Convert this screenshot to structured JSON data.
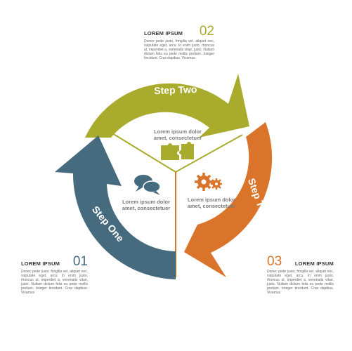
{
  "colors": {
    "step_one": "#466a7e",
    "step_two": "#a9ab2c",
    "step_three": "#d9742a",
    "divider": "#a9ab2c",
    "text_dark": "#333333",
    "text_body": "#666666",
    "center_text": "#7a7a7a"
  },
  "steps": [
    {
      "label": "Step One",
      "color": "#466a7e",
      "icon": "chat-bubbles-icon",
      "center_text": [
        "Lorem ipsum dolor",
        "amet, consectetuer"
      ]
    },
    {
      "label": "Step Two",
      "color": "#a9ab2c",
      "icon": "puzzle-pieces-icon",
      "center_text": [
        "Lorem ipsum dolor",
        "amet, consectetuer"
      ]
    },
    {
      "label": "Step Three",
      "color": "#d9742a",
      "icon": "gears-icon",
      "center_text": [
        "Lorem ipsum dolor",
        "amet, consectetuer"
      ]
    }
  ],
  "blocks": [
    {
      "number": "01",
      "title": "LOREM IPSUM",
      "color": "#466a7e",
      "body": "Donec pede justo, fringilla vel, aliquet nec, vulputate eget, arcu. In enim justo, rhoncus ut, imperdiet a, venenatis vitae, justo. Nullam dictum felis eu pede mollis pretium. Integer tincidunt. Cras dapibus. Vivamus"
    },
    {
      "number": "02",
      "title": "LOREM IPSUM",
      "color": "#a9ab2c",
      "body": "Donec pede justo, fringilla vel, aliquet nec, vulputate eget, arcu. In enim justo, rhoncus ut, imperdiet a, venenatis vitae, justo. Nullam dictum felis eu pede mollis pretium. Integer tincidunt. Cras dapibus. Vivamus"
    },
    {
      "number": "03",
      "title": "LOREM IPSUM",
      "color": "#d9742a",
      "body": "Donec pede justo, fringilla vel, aliquet nec, vulputate eget, arcu. In enim justo, rhoncus ut, imperdiet a, venenatis vitae, justo. Nullam dictum felis eu pede mollis pretium. Integer tincidunt. Cras dapibus. Vivamus"
    }
  ]
}
